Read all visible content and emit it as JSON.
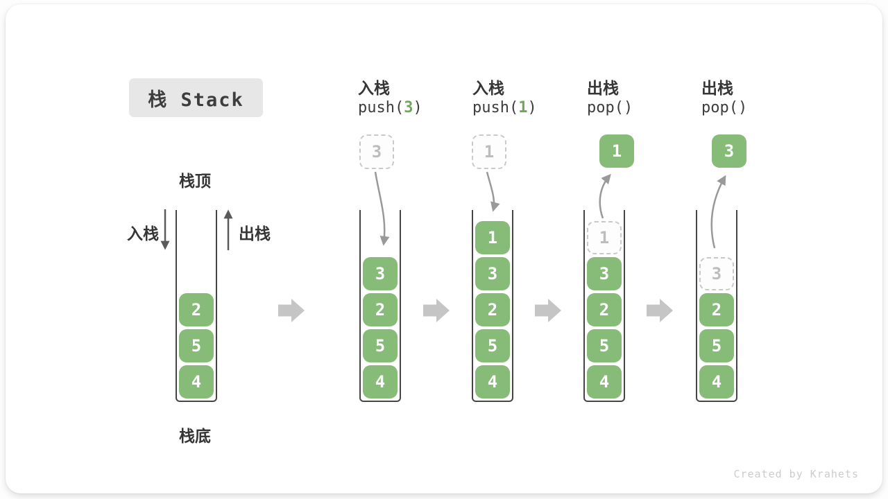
{
  "page": {
    "title_badge": "栈 Stack",
    "watermark": "Created by Krahets"
  },
  "legend": {
    "stack_top": "栈顶",
    "stack_bottom": "栈底",
    "push_in": "入栈",
    "pop_out": "出栈"
  },
  "colors": {
    "block_green": "#87bb78",
    "code_arg_green": "#6fa65c",
    "ghost_border": "#c9c9c9",
    "ghost_text": "#bdbdbd",
    "gap_arrow_gray": "#c5c5c5",
    "curve_arrow_gray": "#999999",
    "direction_arrow_dark": "#5a5a5a",
    "badge_bg": "#e7e7e7",
    "text_dark": "#3c3c3c"
  },
  "stages": [
    {
      "name": "initial",
      "cells": [
        {
          "v": "2",
          "t": "solid"
        },
        {
          "v": "5",
          "t": "solid"
        },
        {
          "v": "4",
          "t": "solid"
        }
      ]
    },
    {
      "name": "push-3",
      "op": {
        "cjk": "入栈",
        "prefix": "push(",
        "arg": "3",
        "suffix": ")"
      },
      "floating": {
        "v": "3",
        "t": "ghost"
      },
      "cells": [
        {
          "v": "3",
          "t": "solid"
        },
        {
          "v": "2",
          "t": "solid"
        },
        {
          "v": "5",
          "t": "solid"
        },
        {
          "v": "4",
          "t": "solid"
        }
      ]
    },
    {
      "name": "push-1",
      "op": {
        "cjk": "入栈",
        "prefix": "push(",
        "arg": "1",
        "suffix": ")"
      },
      "floating": {
        "v": "1",
        "t": "ghost"
      },
      "cells": [
        {
          "v": "1",
          "t": "solid"
        },
        {
          "v": "3",
          "t": "solid"
        },
        {
          "v": "2",
          "t": "solid"
        },
        {
          "v": "5",
          "t": "solid"
        },
        {
          "v": "4",
          "t": "solid"
        }
      ]
    },
    {
      "name": "pop-1",
      "op": {
        "cjk": "出栈",
        "prefix": "pop()",
        "arg": "",
        "suffix": ""
      },
      "floating": {
        "v": "1",
        "t": "solid"
      },
      "cells": [
        {
          "v": "1",
          "t": "ghost"
        },
        {
          "v": "3",
          "t": "solid"
        },
        {
          "v": "2",
          "t": "solid"
        },
        {
          "v": "5",
          "t": "solid"
        },
        {
          "v": "4",
          "t": "solid"
        }
      ]
    },
    {
      "name": "pop-3",
      "op": {
        "cjk": "出栈",
        "prefix": "pop()",
        "arg": "",
        "suffix": ""
      },
      "floating": {
        "v": "3",
        "t": "solid"
      },
      "cells": [
        {
          "v": "3",
          "t": "ghost"
        },
        {
          "v": "2",
          "t": "solid"
        },
        {
          "v": "5",
          "t": "solid"
        },
        {
          "v": "4",
          "t": "solid"
        }
      ]
    }
  ]
}
